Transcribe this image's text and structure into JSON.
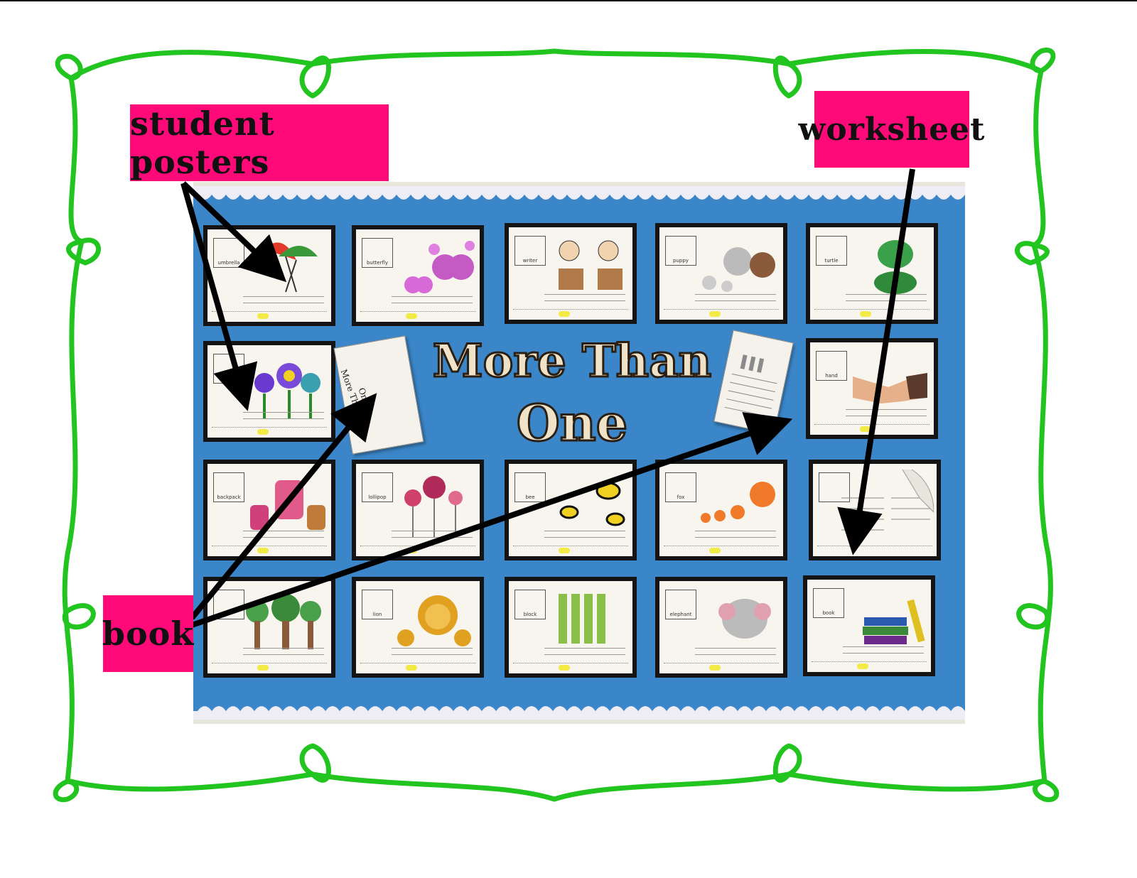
{
  "board_title": {
    "line1": "More Than",
    "line2": "One"
  },
  "labels": {
    "student_posters": "student posters",
    "worksheet": "worksheet",
    "book": "book"
  },
  "book_handout": {
    "line1": "More Than",
    "line2": "One"
  },
  "colors": {
    "frame": "#22c51f",
    "label_bg": "#ff0a78",
    "board": "#3b86c8",
    "arrow": "#000000"
  },
  "posters": [
    {
      "word": "umbrella"
    },
    {
      "word": "butterfly"
    },
    {
      "word": "writer"
    },
    {
      "word": "puppy"
    },
    {
      "word": "turtle"
    },
    {
      "word": ""
    },
    {
      "word": "hand"
    },
    {
      "word": "backpack"
    },
    {
      "word": "lollipop"
    },
    {
      "word": "bee"
    },
    {
      "word": "fox"
    },
    {
      "word": ""
    },
    {
      "word": ""
    },
    {
      "word": "lion"
    },
    {
      "word": "block"
    },
    {
      "word": "elephant"
    },
    {
      "word": "book"
    }
  ]
}
